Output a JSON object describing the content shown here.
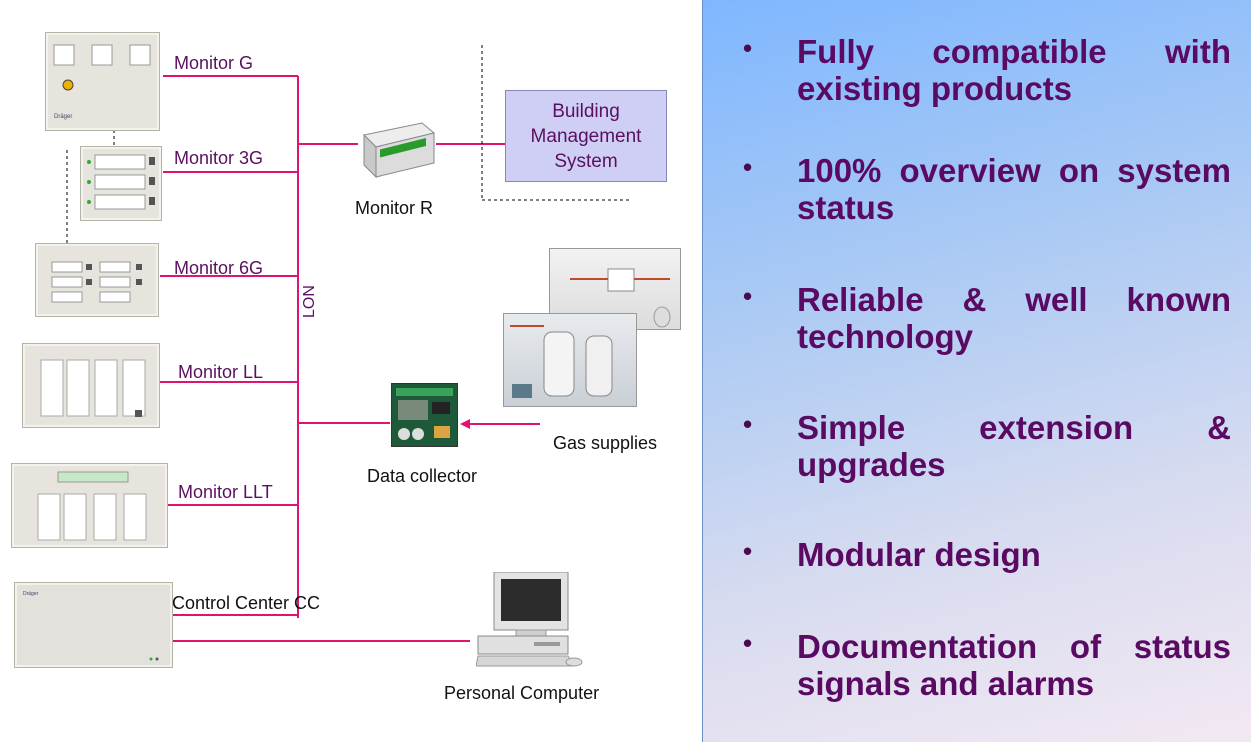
{
  "diagram": {
    "devices": [
      {
        "id": "monitor-g",
        "label": "Monitor G"
      },
      {
        "id": "monitor-3g",
        "label": "Monitor 3G"
      },
      {
        "id": "monitor-6g",
        "label": "Monitor 6G"
      },
      {
        "id": "monitor-ll",
        "label": "Monitor LL"
      },
      {
        "id": "monitor-llt",
        "label": "Monitor LLT"
      },
      {
        "id": "control-center",
        "label": "Control Center CC"
      }
    ],
    "bus_label": "LON",
    "monitor_r": "Monitor R",
    "bms": "Building\nManagement\nSystem",
    "data_collector": "Data collector",
    "gas_supplies": "Gas supplies",
    "personal_computer": "Personal Computer",
    "colors": {
      "line": "#e0146e",
      "text": "#5a1060",
      "bms_fill": "#cfcff5"
    }
  },
  "bullets": [
    "Fully compatible with existing products",
    "100% overview on system status",
    "Reliable & well known technology",
    "Simple extension & upgrades",
    "Modular design",
    "Documentation of status signals and alarms"
  ]
}
